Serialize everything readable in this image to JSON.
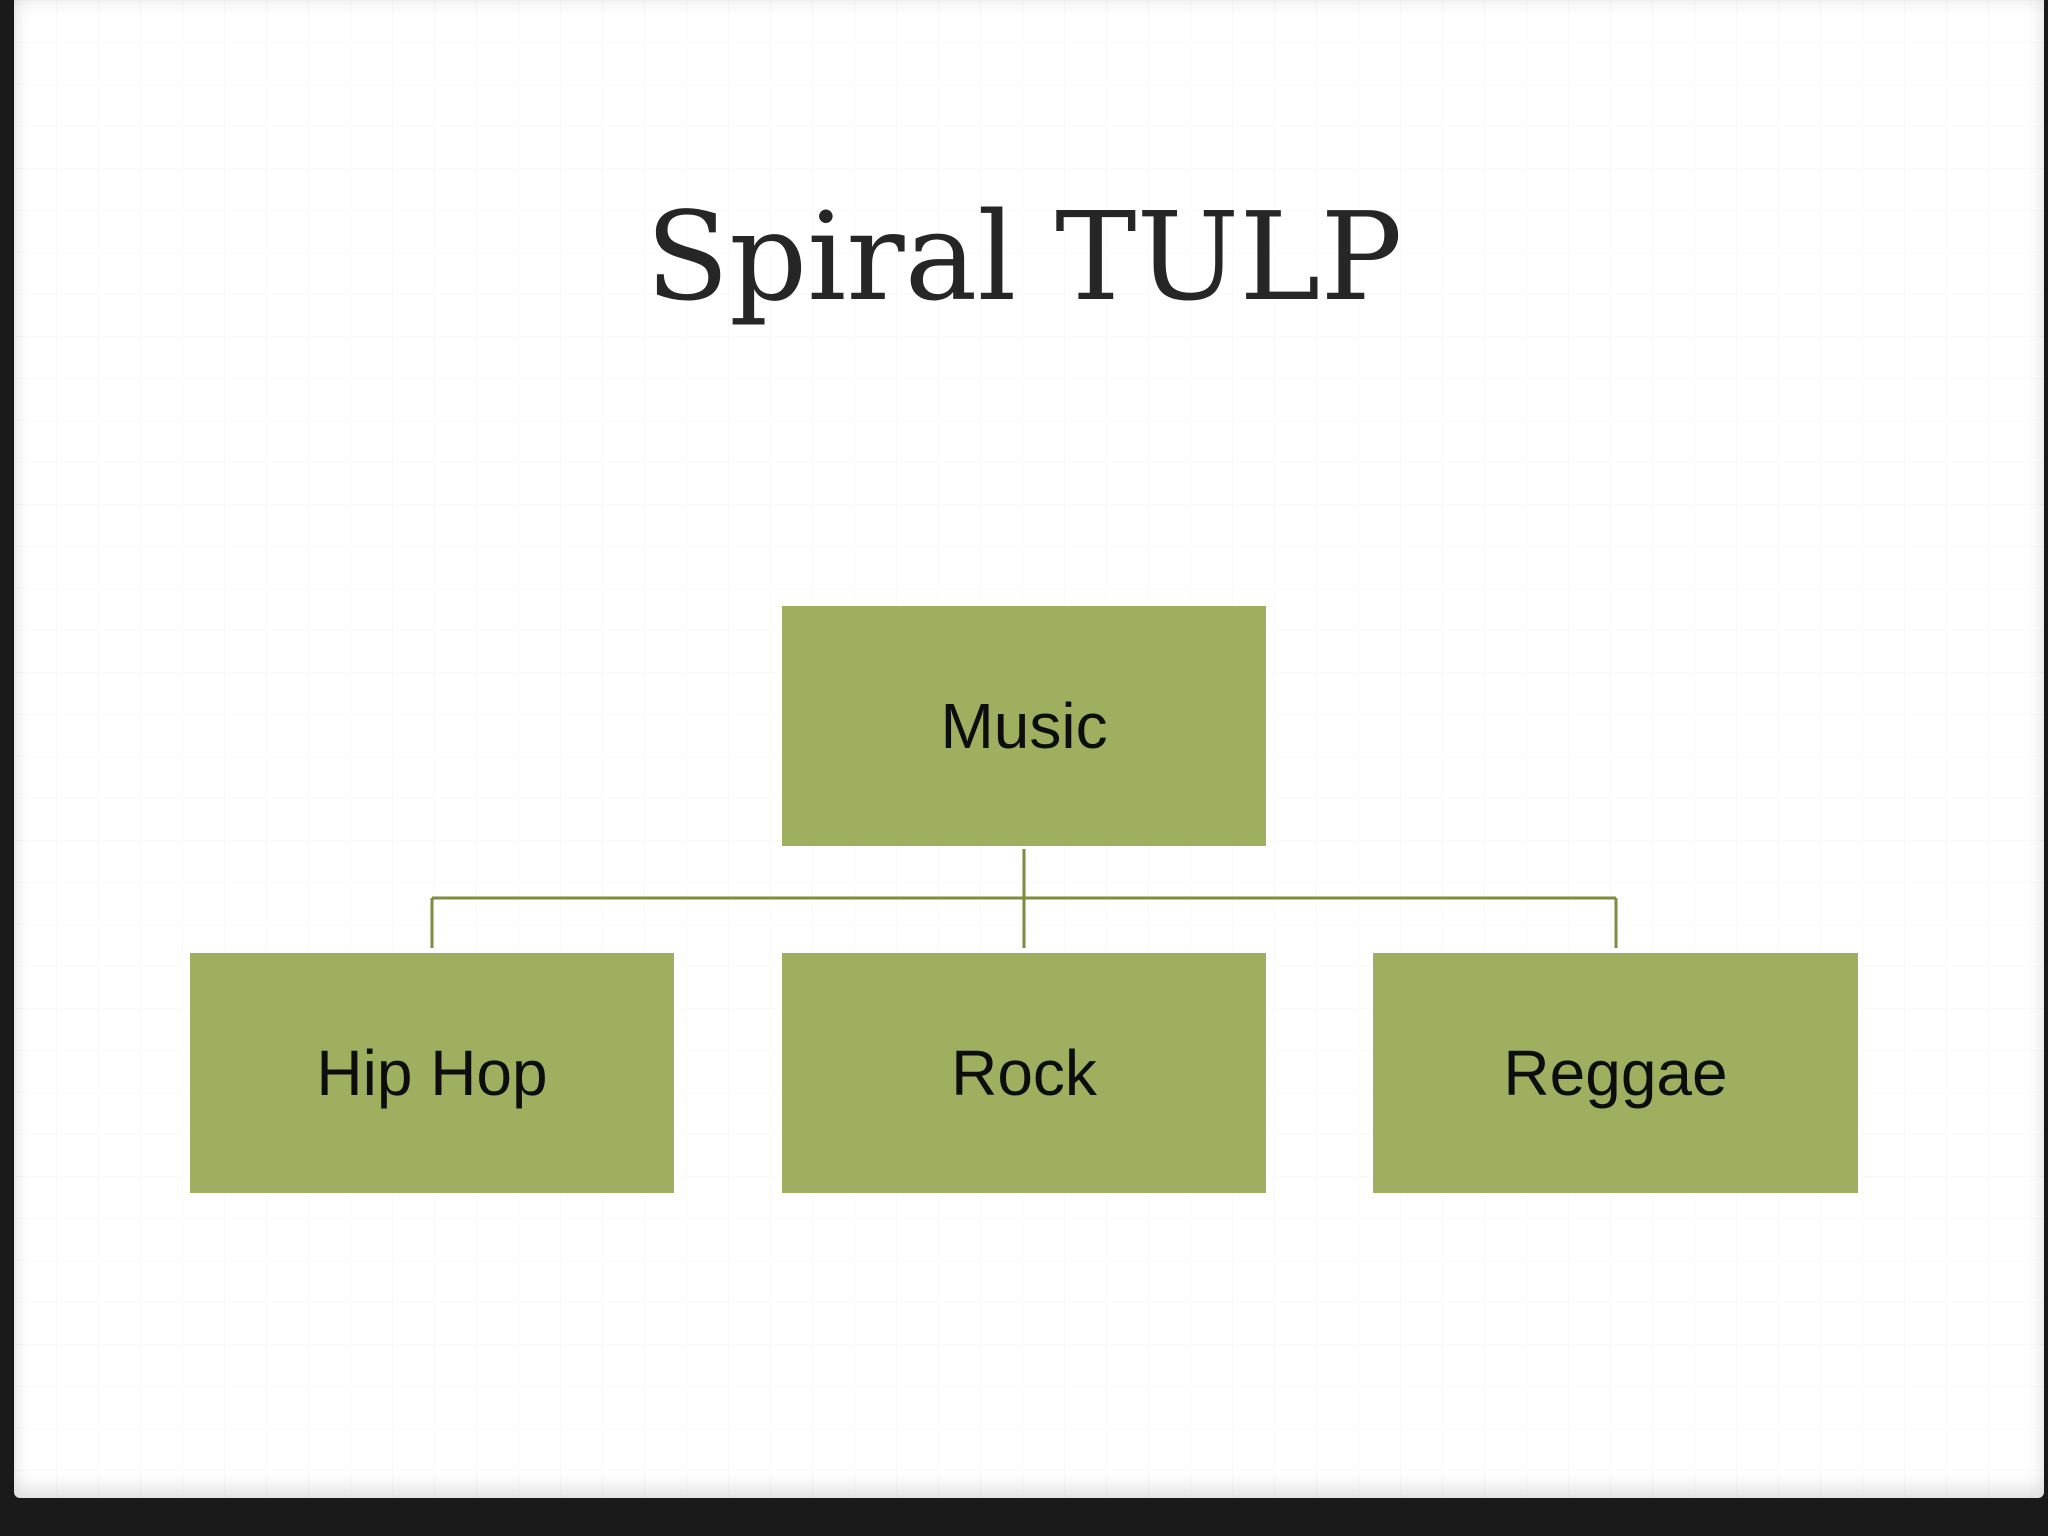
{
  "slide": {
    "title": "Spiral TULP"
  },
  "diagram": {
    "root": {
      "label": "Music"
    },
    "children": [
      {
        "label": "Hip Hop"
      },
      {
        "label": "Rock"
      },
      {
        "label": "Reggae"
      }
    ]
  },
  "colors": {
    "node_fill": "#9eb060",
    "connector": "#7d8c3e",
    "title_text": "#262626",
    "node_text": "#0d0d0d"
  }
}
